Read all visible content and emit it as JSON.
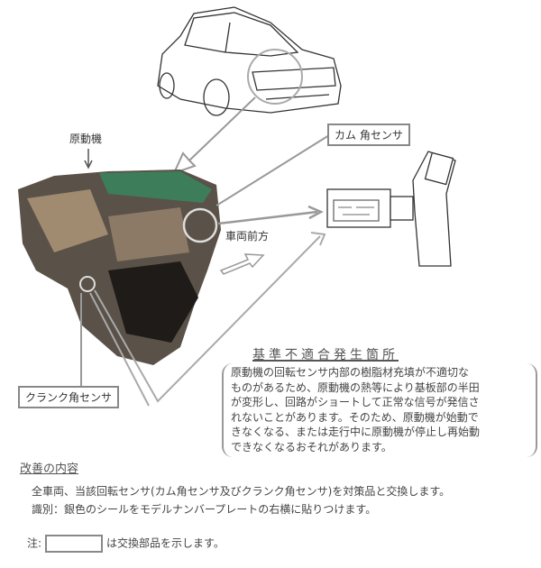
{
  "diagram": {
    "engine_label": "原動機",
    "cam_sensor_label": "カム 角センサ",
    "vehicle_front_label": "車両前方",
    "crank_sensor_label": "クランク角センサ"
  },
  "defect": {
    "heading": "基準不適合発生箇所",
    "lines": [
      "原動機の回転センサ内部の樹脂材充填が不適切な",
      "ものがあるため、原動機の熱等により基板部の半田",
      "が変形し、回路がショートして正常な信号が発信さ",
      "れないことがあります。そのため、原動機が始動で",
      "きなくなる、または走行中に原動機が停止し再始動",
      "できなくなるおそれがあります。"
    ]
  },
  "improvement": {
    "heading": "改善の内容",
    "line1": "全車両、当該回転センサ(カム角センサ及びクランク角センサ)を対策品と交換します。",
    "line2": "識別：銀色のシールをモデルナンバープレートの右横に貼りつけます。"
  },
  "note": {
    "prefix": "注:",
    "suffix": "は交換部品を示します。"
  }
}
